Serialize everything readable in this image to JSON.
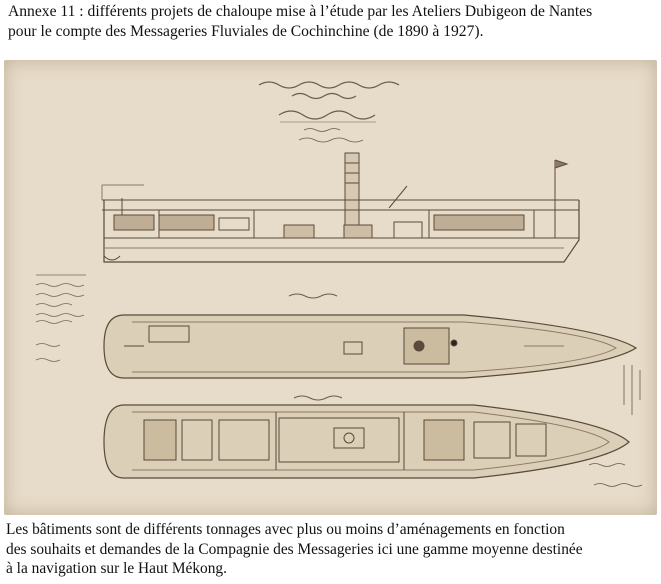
{
  "heading": {
    "line1": "Annexe 11 : différents projets de chaloupe mise à l’étude par les Ateliers Dubigeon de Nantes",
    "line2": "pour le compte des Messageries Fluviales de Cochinchine (de 1890 à 1927)."
  },
  "caption": {
    "line1": "Les bâtiments sont de différents tonnages avec plus ou moins d’aménagements en fonction",
    "line2": "des souhaits et demandes de la Compagnie des Messageries ici une gamme moyenne destinée",
    "line3": "à la navigation sur le Haut Mékong."
  },
  "colors": {
    "paper": "#e7dcc9",
    "ink": "#5a4a3c",
    "ink_light": "#8c7a66"
  }
}
